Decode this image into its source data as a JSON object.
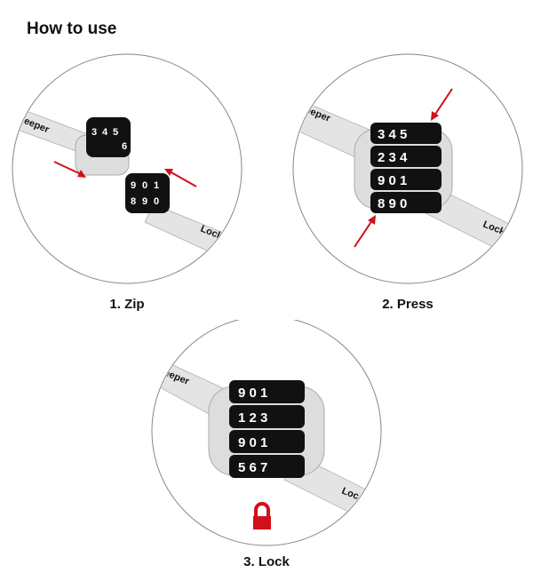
{
  "title": "How to use",
  "steps": [
    {
      "label": "1. Zip",
      "strap_text_left": "ckeeper",
      "strap_text_right": "Locke",
      "dials_top": [
        "3",
        "4",
        "5",
        "6"
      ],
      "dials_bottom": [
        "9",
        "0",
        "1",
        "8",
        "9",
        "0"
      ]
    },
    {
      "label": "2. Press",
      "strap_text_left": "eeper",
      "strap_text_right": "Lock",
      "dials": [
        "3 4 5",
        "2 3 4",
        "9 0 1",
        "8 9 0"
      ]
    },
    {
      "label": "3. Lock",
      "strap_text_left": "eeper",
      "strap_text_right": "Loc",
      "dials": [
        "9 0 1",
        "1 2 3",
        "9 0 1",
        "5 6 7"
      ]
    }
  ],
  "colors": {
    "arrow": "#d0101a",
    "lock": "#d0101a",
    "dial": "#111111",
    "strap": "#e4e4e4"
  }
}
